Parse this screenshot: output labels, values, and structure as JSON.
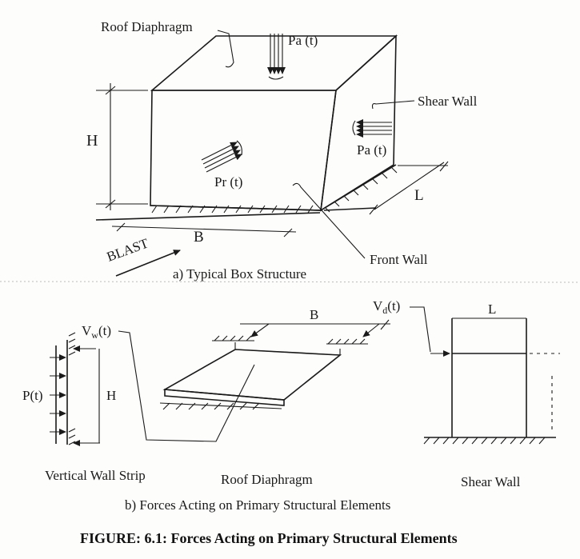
{
  "box_structure": {
    "roof_diaphragm_label": "Roof Diaphragm",
    "roof_load_label": "Pa (t)",
    "shear_wall_label": "Shear Wall",
    "side_load_label": "Pa (t)",
    "front_load_label": "Pr (t)",
    "height_label": "H",
    "width_label": "B",
    "length_label": "L",
    "blast_label": "BLAST",
    "front_wall_label": "Front Wall",
    "caption": "a) Typical Box Structure"
  },
  "elements": {
    "wall_strip": {
      "pressure_label": "P(t)",
      "shear_label": "V",
      "shear_sub": "w",
      "shear_suffix": "(t)",
      "height_label": "H",
      "caption": "Vertical Wall Strip"
    },
    "roof": {
      "width_label": "B",
      "caption": "Roof Diaphragm"
    },
    "shear_wall": {
      "shear_label": "V",
      "shear_sub": "d",
      "shear_suffix": "(t)",
      "length_label": "L",
      "caption": "Shear Wall"
    },
    "caption": "b) Forces Acting on Primary Structural Elements"
  },
  "figure_caption": "FIGURE: 6.1:  Forces Acting on Primary Structural Elements",
  "colors": {
    "ink": "#1a1a1a",
    "paper": "#fdfdfb"
  }
}
